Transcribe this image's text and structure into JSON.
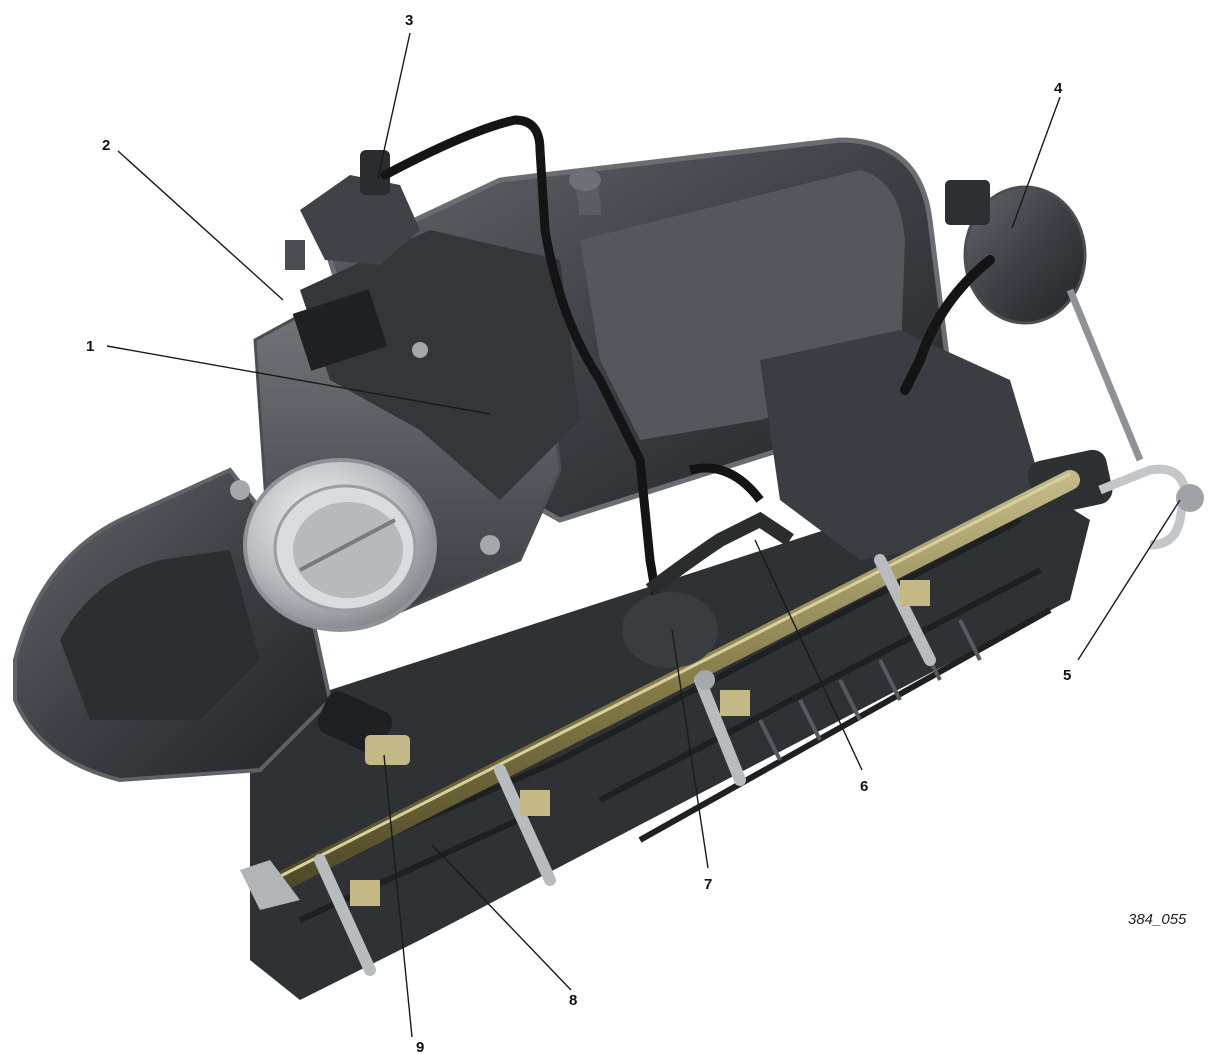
{
  "figure": {
    "reference": "384_055",
    "callouts": [
      {
        "id": "1",
        "label": "1"
      },
      {
        "id": "2",
        "label": "2"
      },
      {
        "id": "3",
        "label": "3"
      },
      {
        "id": "4",
        "label": "4"
      },
      {
        "id": "5",
        "label": "5"
      },
      {
        "id": "6",
        "label": "6"
      },
      {
        "id": "7",
        "label": "7"
      },
      {
        "id": "8",
        "label": "8"
      },
      {
        "id": "9",
        "label": "9"
      }
    ]
  },
  "colors": {
    "housing_dark": "#3b3e42",
    "housing_mid": "#5a5e63",
    "housing_light": "#8a8f94",
    "metal": "#c9ccce",
    "fuel_rail": "#8f8655",
    "hose": "#141414"
  }
}
